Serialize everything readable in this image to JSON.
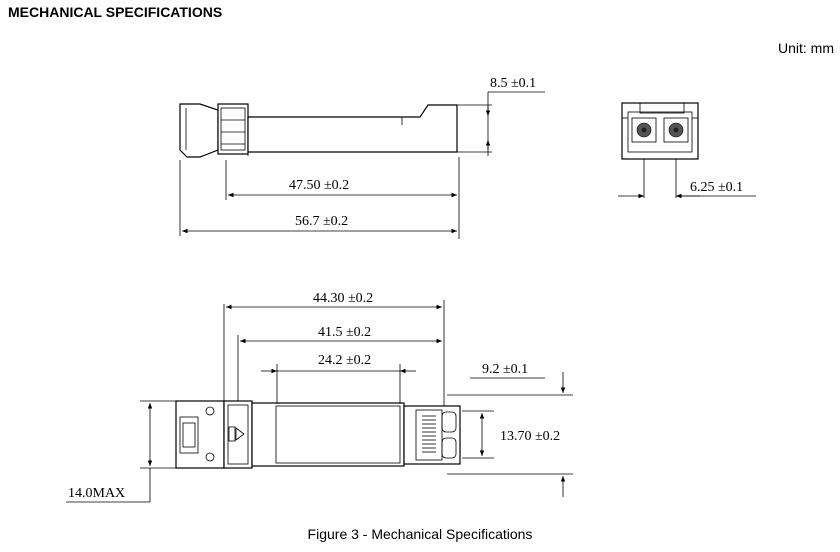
{
  "heading": "MECHANICAL SPECIFICATIONS",
  "unit": "Unit: mm",
  "caption": "Figure 3 - Mechanical Specifications",
  "dimensions": {
    "height_side": "8.5 ±0.1",
    "length_body": "47.50 ±0.2",
    "length_total": "56.7 ±0.2",
    "port_pitch": "6.25 ±0.1",
    "top_len_1": "44.30 ±0.2",
    "top_len_2": "41.5 ±0.2",
    "top_len_3": "24.2 ±0.2",
    "top_width_1": "9.2 ±0.1",
    "top_width_2": "13.70 ±0.2",
    "max_width": "14.0MAX"
  }
}
